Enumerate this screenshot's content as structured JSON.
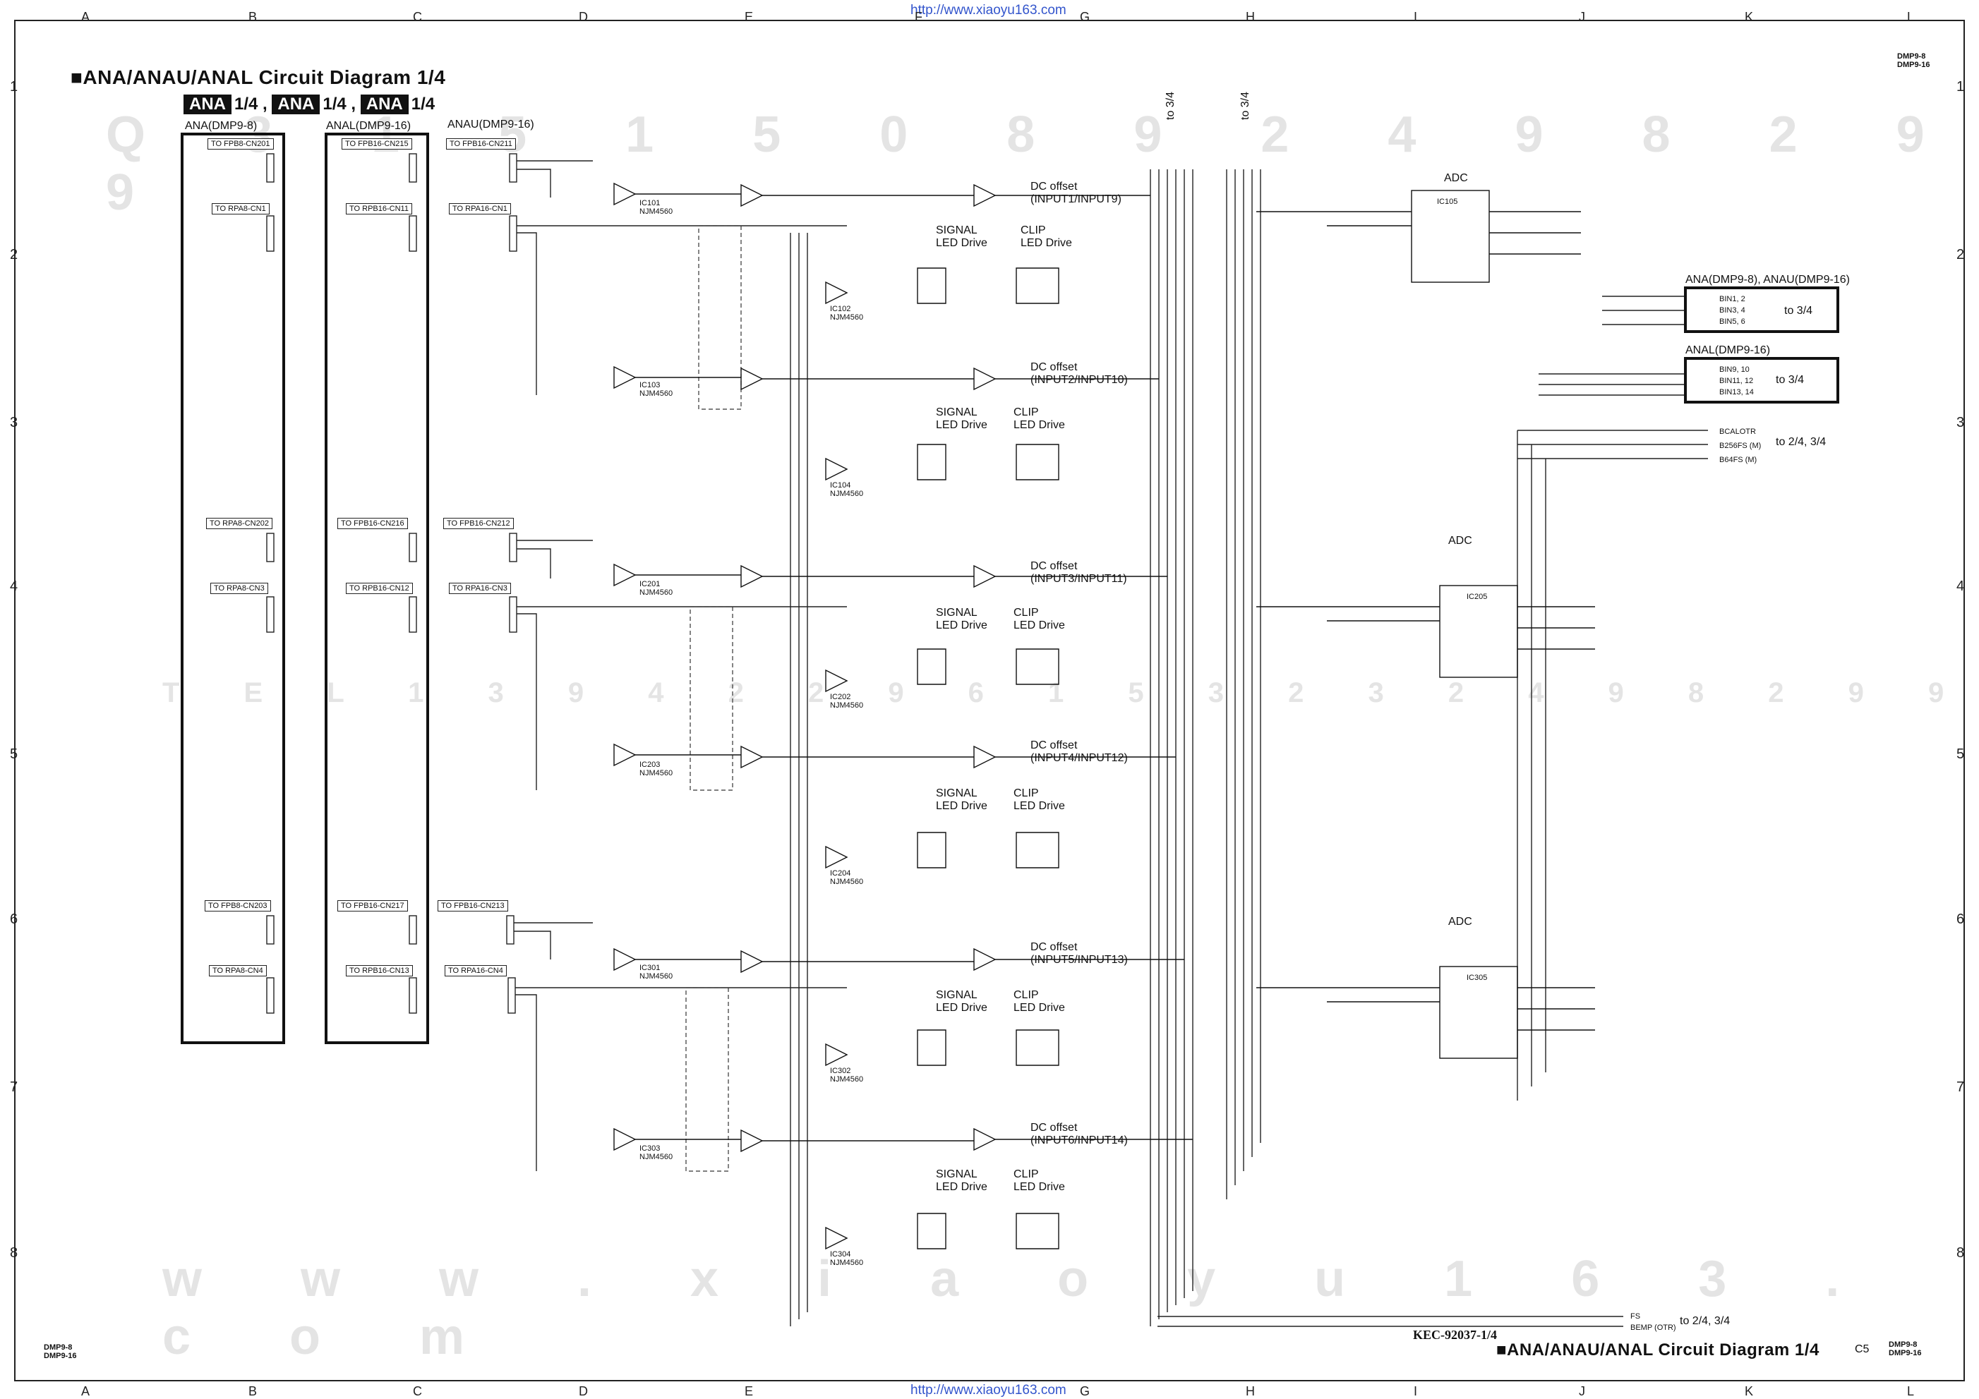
{
  "url": "http://www.xiaoyu163.com",
  "grid": {
    "columns": [
      "A",
      "B",
      "C",
      "D",
      "E",
      "F",
      "G",
      "H",
      "I",
      "J",
      "K",
      "L"
    ],
    "rows": [
      "1",
      "2",
      "3",
      "4",
      "5",
      "6",
      "7",
      "8"
    ]
  },
  "corner_models": {
    "line1": "DMP9-8",
    "line2": "DMP9-16"
  },
  "title": "ANA/ANAU/ANAL Circuit Diagram 1/4",
  "badges": [
    {
      "name": "ANA",
      "suffix": "1/4 ,"
    },
    {
      "name": "ANA",
      "suffix": "1/4 ,"
    },
    {
      "name": "ANA",
      "suffix": "1/4"
    }
  ],
  "boards": {
    "ana": "ANA(DMP9-8)",
    "anal": "ANAL(DMP9-16)",
    "anau": "ANAU(DMP9-16)"
  },
  "connectors": {
    "ana": [
      "TO FPB8-CN201",
      "TO RPA8-CN1",
      "TO RPA8-CN202",
      "TO RPA8-CN3",
      "TO FPB8-CN203",
      "TO RPA8-CN4"
    ],
    "anal": [
      "TO FPB16-CN215",
      "TO RPB16-CN11",
      "TO FPB16-CN216",
      "TO RPB16-CN12",
      "TO FPB16-CN217",
      "TO RPB16-CN13"
    ],
    "anau": [
      "TO FPB16-CN211",
      "TO RPA16-CN1",
      "TO FPB16-CN212",
      "TO RPA16-CN3",
      "TO FPB16-CN213",
      "TO RPA16-CN4"
    ]
  },
  "dc_offsets": [
    {
      "label": "DC offset",
      "input": "(INPUT1/INPUT9)"
    },
    {
      "label": "DC offset",
      "input": "(INPUT2/INPUT10)"
    },
    {
      "label": "DC offset",
      "input": "(INPUT3/INPUT11)"
    },
    {
      "label": "DC offset",
      "input": "(INPUT4/INPUT12)"
    },
    {
      "label": "DC offset",
      "input": "(INPUT5/INPUT13)"
    },
    {
      "label": "DC offset",
      "input": "(INPUT6/INPUT14)"
    }
  ],
  "signal_led": {
    "line1": "SIGNAL",
    "line2": "LED Drive"
  },
  "clip_led": {
    "line1": "CLIP",
    "line2": "LED Drive"
  },
  "to_34": "to 3/4",
  "adc_label": "ADC",
  "adc_ics": [
    "IC105",
    "IC205",
    "IC305"
  ],
  "right_boxes": [
    {
      "title": "ANA(DMP9-8), ANAU(DMP9-16)",
      "lines": [
        "BIN1, 2",
        "BIN3, 4",
        "BIN5, 6"
      ],
      "dest": "to 3/4"
    },
    {
      "title": "ANAL(DMP9-16)",
      "lines": [
        "BIN9, 10",
        "BIN11, 12",
        "BIN13, 14"
      ],
      "dest": "to 3/4"
    }
  ],
  "clock_signals": {
    "lines": [
      "BCALOTR",
      "B256FS (M)",
      "B64FS (M)"
    ],
    "dest": "to 2/4, 3/4"
  },
  "bottom_signals": {
    "lines": [
      "FS",
      "BEMP (OTR)"
    ],
    "dest": "to 2/4, 3/4"
  },
  "kec": "KEC-92037-1/4",
  "page_code": "C5",
  "ic_labels": [
    "IC101",
    "IC102",
    "IC103",
    "IC104",
    "IC201",
    "IC202",
    "IC203",
    "IC204",
    "IC301",
    "IC302",
    "IC303",
    "IC304"
  ],
  "opamp_part": "NJM4560",
  "watermarks": [
    "Q 3 1 5 1 5 0 8 9 2 4 9 8 2 9 9",
    "T E L 1 3 9 4 2 2 9 6 1 5 3 2 3 2 4 9 8 2 9 9",
    "w w w . x i a o y u 1 6 3 . c o m"
  ]
}
